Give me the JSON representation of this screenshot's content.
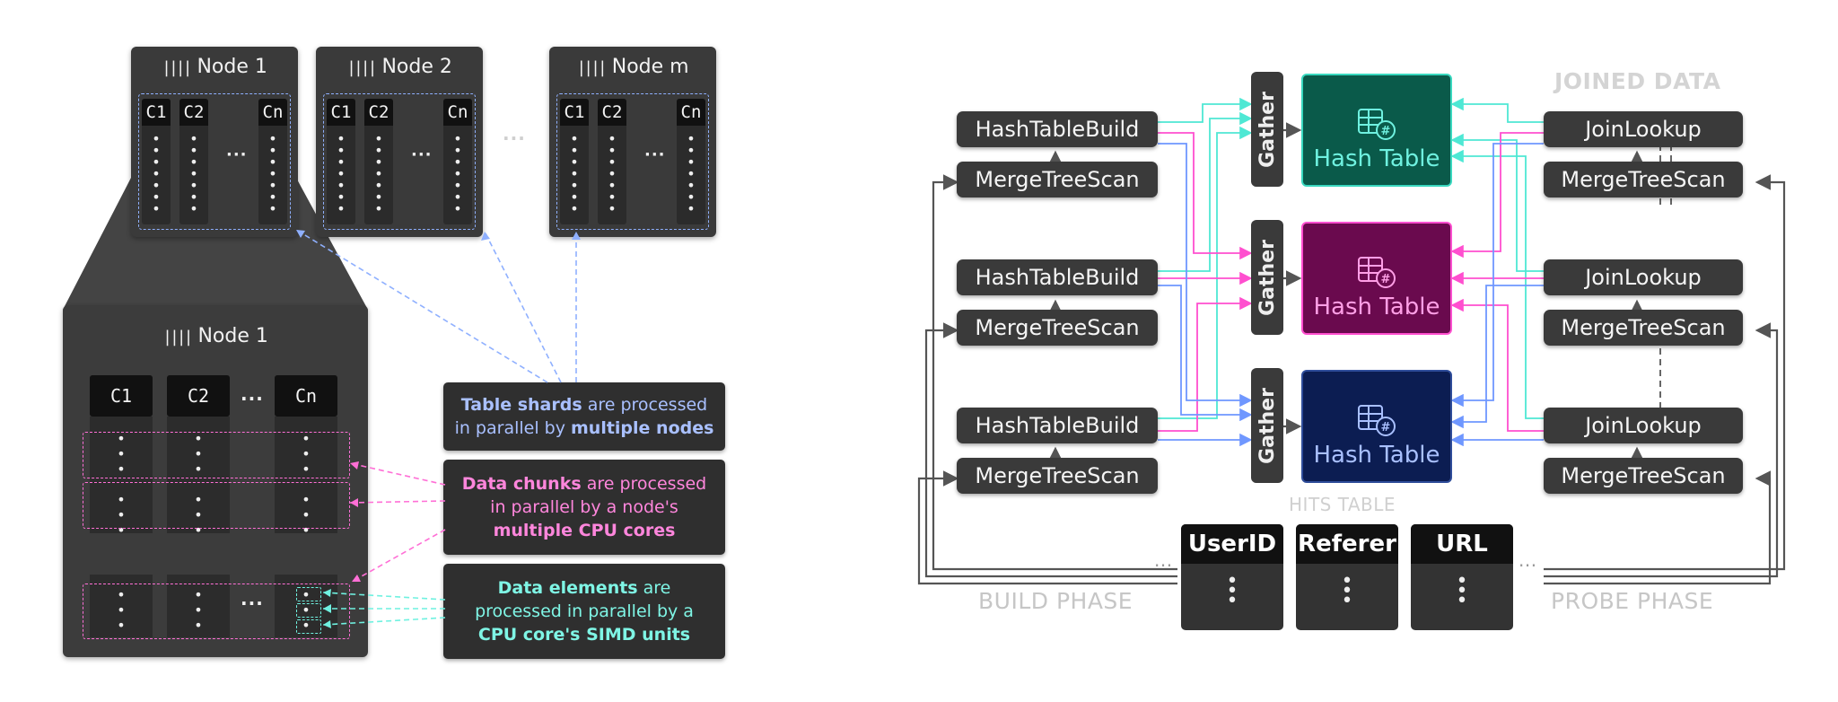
{
  "left": {
    "nodes": [
      {
        "title": "Node 1",
        "cols": [
          "C1",
          "C2",
          "Cn"
        ]
      },
      {
        "title": "Node 2",
        "cols": [
          "C1",
          "C2",
          "Cn"
        ]
      },
      {
        "title": "Node m",
        "cols": [
          "C1",
          "C2",
          "Cn"
        ]
      }
    ],
    "big_node": {
      "title": "Node 1",
      "cols": [
        "C1",
        "C2",
        "Cn"
      ]
    },
    "ellipsis": "···",
    "callouts": {
      "shards": {
        "b1": "Table shards",
        "t1": " are processed",
        "t2": "in parallel by ",
        "b2": "multiple nodes"
      },
      "chunks": {
        "b1": "Data chunks",
        "t1": " are processed",
        "t2": "in parallel by a node's",
        "b2": "multiple CPU cores"
      },
      "elements": {
        "b1": "Data elements",
        "t1": " are",
        "t2": "processed in parallel by a",
        "b2": "CPU core's SIMD units"
      }
    }
  },
  "right": {
    "ops": {
      "build": "HashTableBuild",
      "scan": "MergeTreeScan",
      "lookup": "JoinLookup",
      "gather": "Gather",
      "hash_table": "Hash Table"
    },
    "labels": {
      "joined": "JOINED DATA",
      "hits": "HITS TABLE",
      "build_phase": "BUILD PHASE",
      "probe_phase": "PROBE PHASE",
      "dots": "···"
    },
    "hits_columns": [
      "UserID",
      "Referer",
      "URL"
    ]
  },
  "colors": {
    "blue": "#8fb0ff",
    "pink": "#ff6fd6",
    "cyan": "#6ff1e0",
    "ht_green": "#0a5a4a",
    "ht_magenta": "#6a0a4e",
    "ht_navy": "#0c1d52"
  },
  "icons": [
    "column-bars-icon",
    "hash-table-icon",
    "arrow-icon"
  ]
}
